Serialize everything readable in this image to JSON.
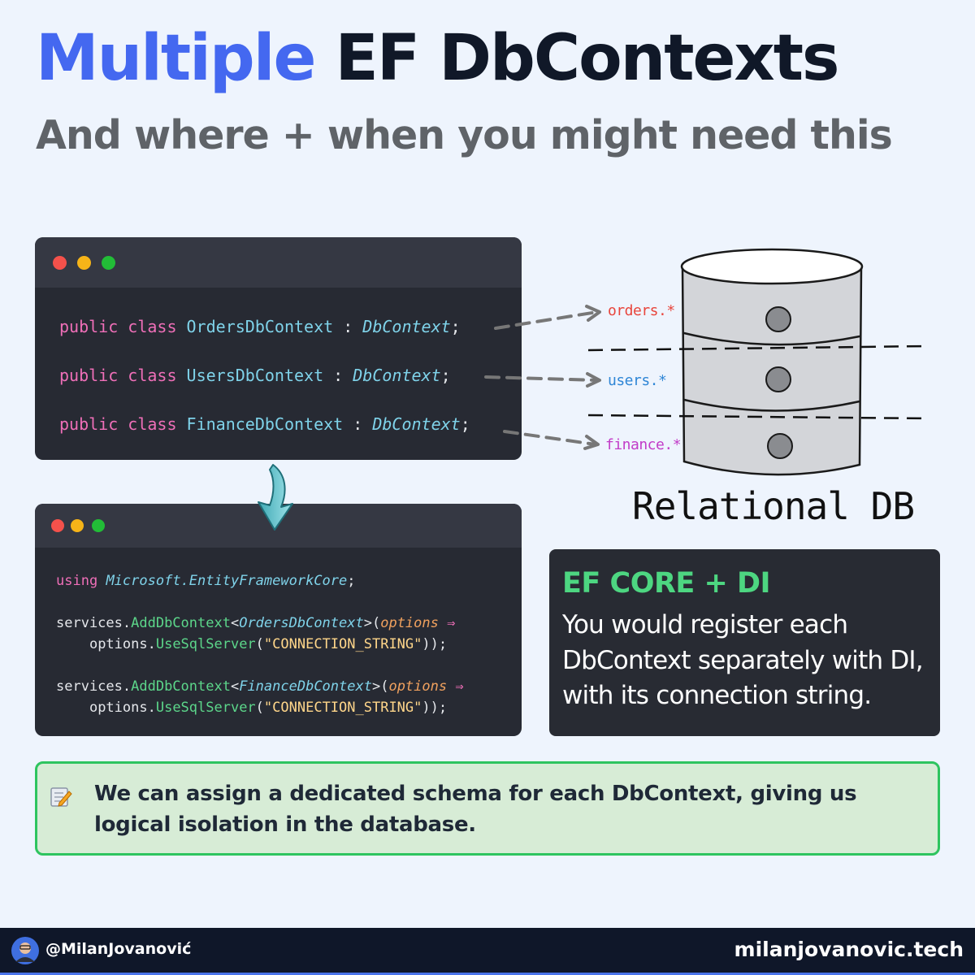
{
  "header": {
    "title_part1": "Multiple",
    "title_part2": "EF DbContexts",
    "subtitle": "And where + when you might need this"
  },
  "code_window_1": {
    "lines": [
      {
        "kw": "public class",
        "cls": "OrdersDbContext",
        "sep": " : ",
        "base": "DbContext",
        "end": ";"
      },
      {
        "kw": "public class",
        "cls": "UsersDbContext",
        "sep": " : ",
        "base": "DbContext",
        "end": ";"
      },
      {
        "kw": "public class",
        "cls": "FinanceDbContext",
        "sep": " : ",
        "base": "DbContext",
        "end": ";"
      }
    ]
  },
  "code_window_2": {
    "using_kw": "using",
    "using_ns": "Microsoft.EntityFrameworkCore",
    "using_end": ";",
    "registrations": [
      {
        "receiver": "services.",
        "method": "AddDbContext",
        "type_open": "<",
        "type": "OrdersDbContext",
        "type_close": ">(",
        "param": "options",
        "arrow": "⇒",
        "indent_receiver": "options.",
        "inner_method": "UseSqlServer",
        "inner_open": "(",
        "string": "\"CONNECTION_STRING\"",
        "inner_close": "));"
      },
      {
        "receiver": "services.",
        "method": "AddDbContext",
        "type_open": "<",
        "type": "FinanceDbContext",
        "type_close": ">(",
        "param": "options",
        "arrow": "⇒",
        "indent_receiver": "options.",
        "inner_method": "UseSqlServer",
        "inner_open": "(",
        "string": "\"CONNECTION_STRING\"",
        "inner_close": "));"
      }
    ]
  },
  "database": {
    "label": "Relational DB",
    "schemas": [
      {
        "name": "orders.*",
        "color": "#e8453c"
      },
      {
        "name": "users.*",
        "color": "#2f86d6"
      },
      {
        "name": "finance.*",
        "color": "#c23cc8"
      }
    ]
  },
  "info_box": {
    "heading": "EF CORE + DI",
    "text": "You would register each DbContext separately with DI, with its connection string."
  },
  "note": {
    "icon": "memo-icon",
    "text": "We can assign a dedicated schema for each DbContext, giving us logical isolation in the database."
  },
  "footer": {
    "handle": "@MilanJovanović",
    "website": "milanjovanovic.tech"
  },
  "colors": {
    "accent_blue": "#4468f0",
    "title_dark": "#101828",
    "success_green": "#4dd681",
    "code_background": "#272a33"
  }
}
